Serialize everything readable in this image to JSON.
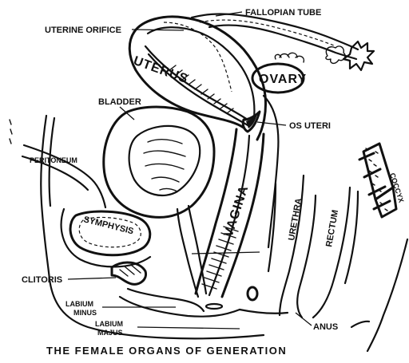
{
  "title": "THE FEMALE ORGANS OF GENERATION",
  "labels": {
    "fallopian_tube": "FALLOPIAN TUBE",
    "uterine_orifice": "UTERINE ORIFICE",
    "uterus": "UTERUS",
    "ovary": "OVARY",
    "bladder": "BLADDER",
    "os_uteri": "OS UTERI",
    "peritoneum": "PERITONEUM",
    "coccyx": "COCCYX",
    "vagina": "VAGINA",
    "symphysis": "SYMPHYSIS",
    "urethra": "URETHRA",
    "rectum": "RECTUM",
    "clitoris": "CLITORIS",
    "labium_minus_1": "LABIUM",
    "labium_minus_2": "MINUS",
    "labium_majus_1": "LABIUM",
    "labium_majus_2": "MAJUS",
    "anus": "ANUS"
  }
}
